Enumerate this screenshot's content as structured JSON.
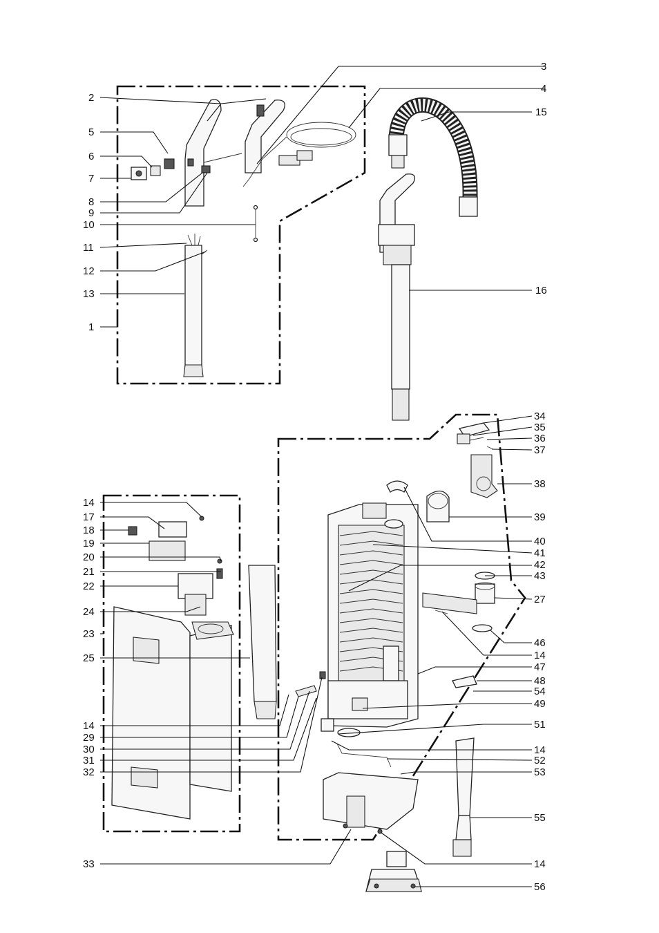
{
  "diagram": {
    "callouts": [
      {
        "id": "1",
        "text": "1"
      },
      {
        "id": "2",
        "text": "2"
      },
      {
        "id": "3",
        "text": "3"
      },
      {
        "id": "4",
        "text": "4"
      },
      {
        "id": "5",
        "text": "5"
      },
      {
        "id": "6",
        "text": "6"
      },
      {
        "id": "7",
        "text": "7"
      },
      {
        "id": "8",
        "text": "8"
      },
      {
        "id": "9",
        "text": "9"
      },
      {
        "id": "10",
        "text": "10"
      },
      {
        "id": "11",
        "text": "11"
      },
      {
        "id": "12",
        "text": "12"
      },
      {
        "id": "13",
        "text": "13"
      },
      {
        "id": "15",
        "text": "15"
      },
      {
        "id": "16",
        "text": "16"
      },
      {
        "id": "14a",
        "text": "14"
      },
      {
        "id": "17",
        "text": "17"
      },
      {
        "id": "18",
        "text": "18"
      },
      {
        "id": "19",
        "text": "19"
      },
      {
        "id": "20",
        "text": "20"
      },
      {
        "id": "21",
        "text": "21"
      },
      {
        "id": "22",
        "text": "22"
      },
      {
        "id": "24",
        "text": "24"
      },
      {
        "id": "23",
        "text": "23"
      },
      {
        "id": "25",
        "text": "25"
      },
      {
        "id": "14b",
        "text": "14"
      },
      {
        "id": "29",
        "text": "29"
      },
      {
        "id": "30",
        "text": "30"
      },
      {
        "id": "31",
        "text": "31"
      },
      {
        "id": "32",
        "text": "32"
      },
      {
        "id": "33",
        "text": "33"
      },
      {
        "id": "34",
        "text": "34"
      },
      {
        "id": "35",
        "text": "35"
      },
      {
        "id": "36",
        "text": "36"
      },
      {
        "id": "37",
        "text": "37"
      },
      {
        "id": "38",
        "text": "38"
      },
      {
        "id": "39",
        "text": "39"
      },
      {
        "id": "40",
        "text": "40"
      },
      {
        "id": "41",
        "text": "41"
      },
      {
        "id": "42",
        "text": "42"
      },
      {
        "id": "43",
        "text": "43"
      },
      {
        "id": "27",
        "text": "27"
      },
      {
        "id": "46",
        "text": "46"
      },
      {
        "id": "14c",
        "text": "14"
      },
      {
        "id": "47",
        "text": "47"
      },
      {
        "id": "48",
        "text": "48"
      },
      {
        "id": "54",
        "text": "54"
      },
      {
        "id": "49",
        "text": "49"
      },
      {
        "id": "51",
        "text": "51"
      },
      {
        "id": "14d",
        "text": "14"
      },
      {
        "id": "52",
        "text": "52"
      },
      {
        "id": "53",
        "text": "53"
      },
      {
        "id": "55",
        "text": "55"
      },
      {
        "id": "14e",
        "text": "14"
      },
      {
        "id": "56",
        "text": "56"
      }
    ]
  }
}
